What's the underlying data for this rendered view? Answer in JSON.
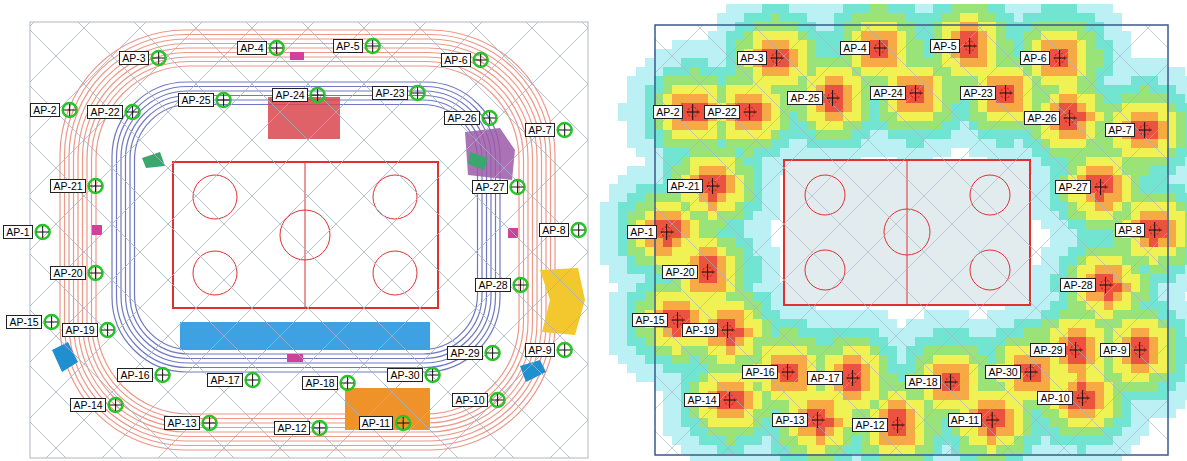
{
  "diagram": {
    "nodes": [
      {
        "text": [
          "AP-4"
        ]
      },
      {
        "text": [
          "AP-5"
        ]
      },
      {
        "text": [
          "AP-3"
        ]
      },
      {
        "text": [
          "AP-6"
        ]
      },
      {
        "text": [
          "AP-24"
        ]
      },
      {
        "text": [
          "AP-23"
        ]
      },
      {
        "text": [
          "AP-25"
        ]
      },
      {
        "text": [
          "AP-2"
        ]
      },
      {
        "text": [
          "AP-22"
        ]
      },
      {
        "text": [
          "AP-26"
        ]
      },
      {
        "text": [
          "AP-7"
        ]
      },
      {
        "text": [
          "AP-21"
        ]
      },
      {
        "text": [
          "AP-27"
        ]
      },
      {
        "text": [
          "AP-8"
        ]
      },
      {
        "text": [
          "AP-1"
        ]
      },
      {
        "text": [
          "AP-20"
        ]
      },
      {
        "text": [
          "AP-28"
        ]
      },
      {
        "text": [
          "AP-15"
        ]
      },
      {
        "text": [
          "AP-19"
        ]
      },
      {
        "text": [
          "AP-9"
        ]
      },
      {
        "text": [
          "AP-29"
        ]
      },
      {
        "text": [
          "AP-16"
        ]
      },
      {
        "text": [
          "AP-30"
        ]
      },
      {
        "text": [
          "AP-17"
        ]
      },
      {
        "text": [
          "AP-18"
        ]
      },
      {
        "text": [
          "AP-10"
        ]
      },
      {
        "text": [
          "AP-14"
        ]
      },
      {
        "text": [
          "AP-13"
        ]
      },
      {
        "text": [
          "AP-11"
        ]
      },
      {
        "text": [
          "AP-12"
        ]
      },
      {
        "text": [
          "AP-4"
        ]
      },
      {
        "text": [
          "AP-5"
        ]
      },
      {
        "text": [
          "AP-3"
        ]
      },
      {
        "text": [
          "AP-6"
        ]
      },
      {
        "text": [
          "AP-24"
        ]
      },
      {
        "text": [
          "AP-23"
        ]
      },
      {
        "text": [
          "AP-25"
        ]
      },
      {
        "text": [
          "AP-2"
        ]
      },
      {
        "text": [
          "AP-22"
        ]
      },
      {
        "text": [
          "AP-26"
        ]
      },
      {
        "text": [
          "AP-7"
        ]
      },
      {
        "text": [
          "AP-21"
        ]
      },
      {
        "text": [
          "AP-27"
        ]
      },
      {
        "text": [
          "AP-8"
        ]
      },
      {
        "text": [
          "AP-1"
        ]
      },
      {
        "text": [
          "AP-20"
        ]
      },
      {
        "text": [
          "AP-28"
        ]
      },
      {
        "text": [
          "AP-15"
        ]
      },
      {
        "text": [
          "AP-19"
        ]
      },
      {
        "text": [
          "AP-9"
        ]
      },
      {
        "text": [
          "AP-29"
        ]
      },
      {
        "text": [
          "AP-16"
        ]
      },
      {
        "text": [
          "AP-30"
        ]
      },
      {
        "text": [
          "AP-17"
        ]
      },
      {
        "text": [
          "AP-18"
        ]
      },
      {
        "text": [
          "AP-10"
        ]
      },
      {
        "text": [
          "AP-14"
        ]
      },
      {
        "text": [
          "AP-13"
        ]
      },
      {
        "text": [
          "AP-11"
        ]
      },
      {
        "text": [
          "AP-12"
        ]
      }
    ]
  }
}
